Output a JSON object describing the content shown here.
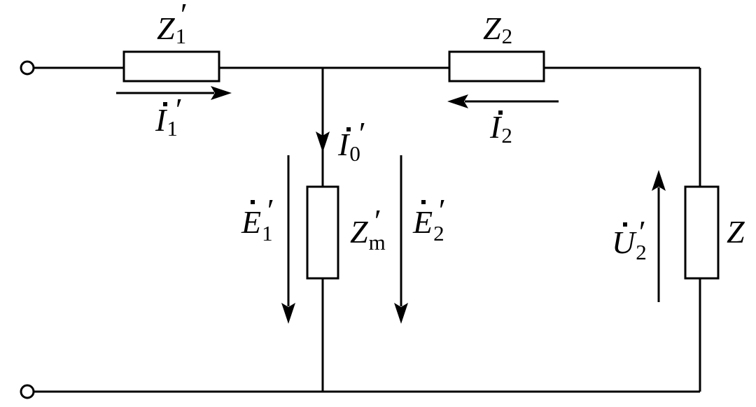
{
  "diagram": {
    "type": "equivalent-circuit",
    "line_color": "#000000",
    "background": "#ffffff",
    "components": {
      "z1": {
        "symbol": "Z",
        "subscript": "1",
        "prime": "′"
      },
      "z2": {
        "symbol": "Z",
        "subscript": "2",
        "prime": ""
      },
      "zm": {
        "symbol": "Z",
        "subscript": "m",
        "prime": "′"
      },
      "zload": {
        "symbol": "Z",
        "subscript": "",
        "prime": ""
      }
    },
    "quantities": {
      "i1": {
        "symbol": "I",
        "subscript": "1",
        "prime": "′"
      },
      "i2": {
        "symbol": "I",
        "subscript": "2",
        "prime": ""
      },
      "i0": {
        "symbol": "I",
        "subscript": "0",
        "prime": "′"
      },
      "e1": {
        "symbol": "E",
        "subscript": "1",
        "prime": "′"
      },
      "e2": {
        "symbol": "E",
        "subscript": "2",
        "prime": "′"
      },
      "u2": {
        "symbol": "U",
        "subscript": "2",
        "prime": "′"
      }
    }
  }
}
